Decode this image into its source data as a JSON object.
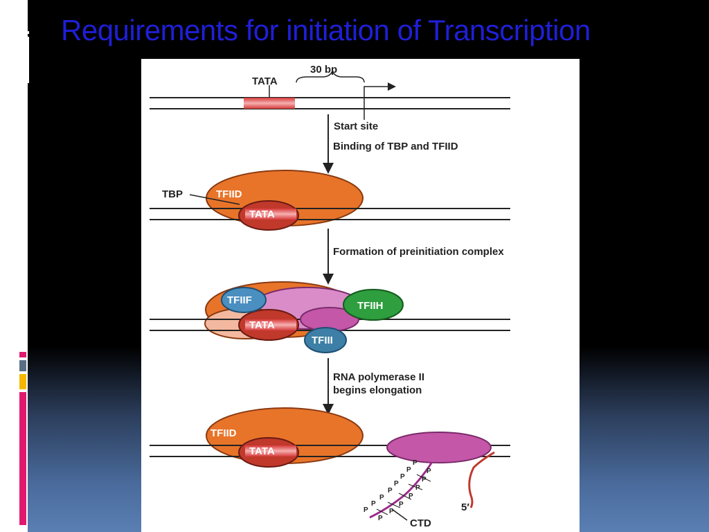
{
  "slide": {
    "title": "Requirements for initiation of Transcription",
    "title_color": "#1f1fd8",
    "accent_colors": [
      "#e0196e",
      "#5a6e86",
      "#f5b800",
      "#e0196e"
    ]
  },
  "figure": {
    "top_label": "30 bp",
    "tata": "TATA",
    "start_site": "Start site",
    "step1": "Binding of TBP and TFIID",
    "tbp": "TBP",
    "tfiid": "TFIID",
    "step2": "Formation of preinitiation complex",
    "tfiif": "TFIIF",
    "tfiih": "TFIIH",
    "tfiii": "TFIII",
    "step3_line1": "RNA polymerase II",
    "step3_line2": "begins elongation",
    "p_marker": "P",
    "ctd": "CTD",
    "five_prime": "5′",
    "colors": {
      "orange": "#e8742a",
      "tata_red": "#c0392b",
      "polymerase_pink": "#c457a8",
      "tfiif_blue": "#4a8fc0",
      "tfiih_green": "#2e9e3e",
      "tfiii_blue": "#3d7fa6"
    }
  }
}
